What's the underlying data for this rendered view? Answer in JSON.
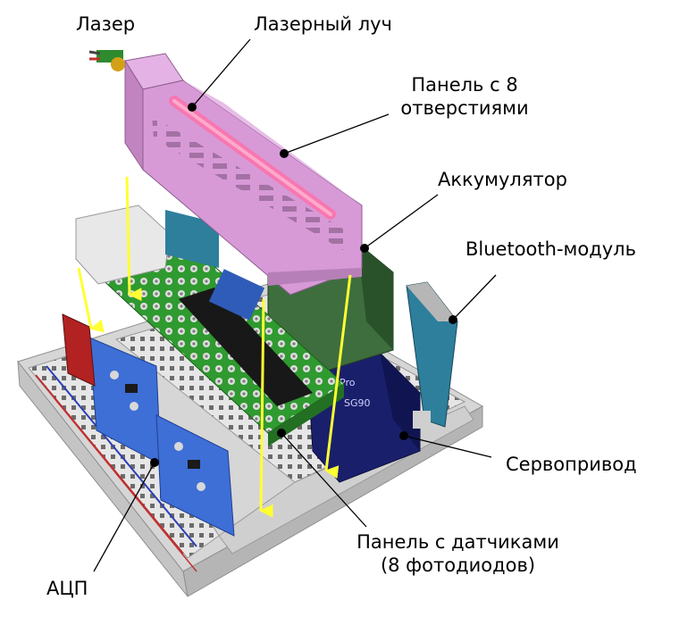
{
  "labels": {
    "laser": "Лазер",
    "laser_beam": "Лазерный луч",
    "panel8_line1": "Панель с 8",
    "panel8_line2": "отверстиями",
    "battery": "Аккумулятор",
    "bluetooth": "Bluetooth-модуль",
    "servo": "Сервопривод",
    "sensor_panel_line1": "Панель с датчиками",
    "sensor_panel_line2": "(8 фотодиодов)",
    "adc": "АЦП"
  },
  "chip_text": {
    "servo_label_1": "Pro",
    "servo_label_2": "SG90"
  },
  "colors": {
    "laser_body": "#d79ad7",
    "laser_beam": "#ff6fa8",
    "pcb_green": "#2f9a2f",
    "breadboard": "#e4e4e4",
    "adc_blue": "#3d6fd6",
    "servo_navy": "#1a1f6b",
    "battery_green": "#3e6e3e",
    "bluetooth_teal": "#2d7f9c",
    "arrow_yellow": "#ffff33"
  }
}
